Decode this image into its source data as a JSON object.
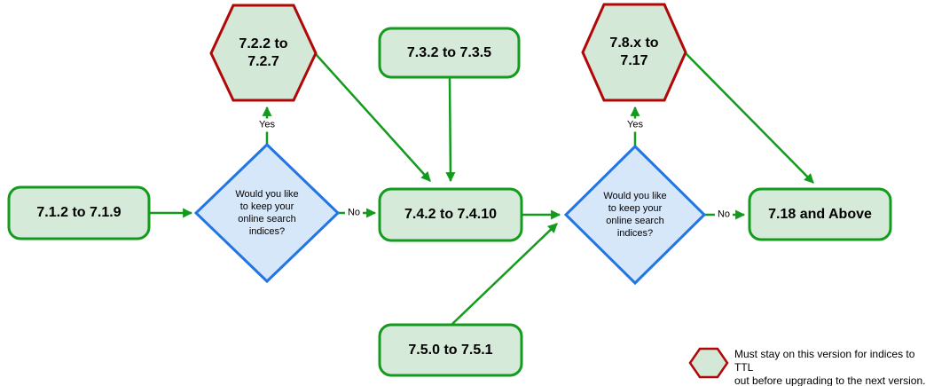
{
  "diagram": {
    "title": "Version upgrade path flowchart",
    "colors": {
      "background": "#ffffff",
      "green_stroke": "#129b1d",
      "green_fill": "#d6ead9",
      "red_stroke": "#b00707",
      "blue_stroke": "#2276e3",
      "blue_fill": "#d7e7fa",
      "text": "#000000"
    },
    "nodes": {
      "box_712": {
        "label": "7.1.2 to 7.1.9"
      },
      "hex_722": {
        "line1": "7.2.2 to",
        "line2": "7.2.7"
      },
      "box_732": {
        "label": "7.3.2 to 7.3.5"
      },
      "box_742": {
        "label": "7.4.2 to 7.4.10"
      },
      "box_750": {
        "label": "7.5.0 to 7.5.1"
      },
      "hex_78": {
        "line1": "7.8.x to",
        "line2": "7.17"
      },
      "box_718": {
        "label": "7.18 and Above"
      },
      "decision_1": {
        "lines": [
          "Would you like",
          "to keep your",
          "online search",
          "indices?"
        ]
      },
      "decision_2": {
        "lines": [
          "Would you like",
          "to keep your",
          "online search",
          "indices?"
        ]
      }
    },
    "edge_labels": {
      "yes_1": "Yes",
      "no_1": "No",
      "yes_2": "Yes",
      "no_2": "No"
    },
    "legend": {
      "line1": "Must stay on this version for indices to TTL",
      "line2": "out before upgrading to the next version."
    }
  }
}
